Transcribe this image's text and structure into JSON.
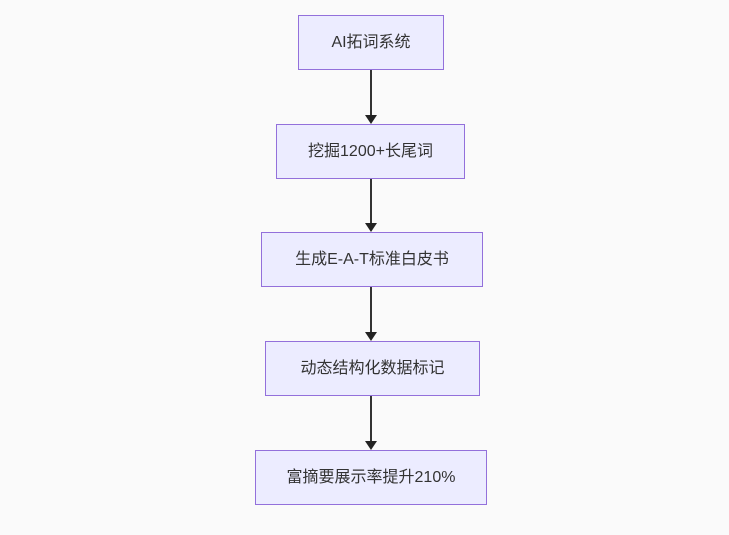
{
  "diagram": {
    "type": "flowchart",
    "direction": "top-down",
    "nodes": [
      {
        "id": "n1",
        "label": "AI拓词系统"
      },
      {
        "id": "n2",
        "label": "挖掘1200+长尾词"
      },
      {
        "id": "n3",
        "label": "生成E-A-T标准白皮书"
      },
      {
        "id": "n4",
        "label": "动态结构化数据标记"
      },
      {
        "id": "n5",
        "label": "富摘要展示率提升210%"
      }
    ],
    "edges": [
      {
        "from": "n1",
        "to": "n2",
        "style": "arrow-down"
      },
      {
        "from": "n2",
        "to": "n3",
        "style": "arrow-down"
      },
      {
        "from": "n3",
        "to": "n4",
        "style": "arrow-down"
      },
      {
        "from": "n4",
        "to": "n5",
        "style": "arrow-down"
      }
    ],
    "colors": {
      "node_fill": "#ECECFF",
      "node_border": "#9370DB",
      "node_text": "#333333",
      "arrow": "#333333",
      "background": "#FAFAFA"
    }
  }
}
